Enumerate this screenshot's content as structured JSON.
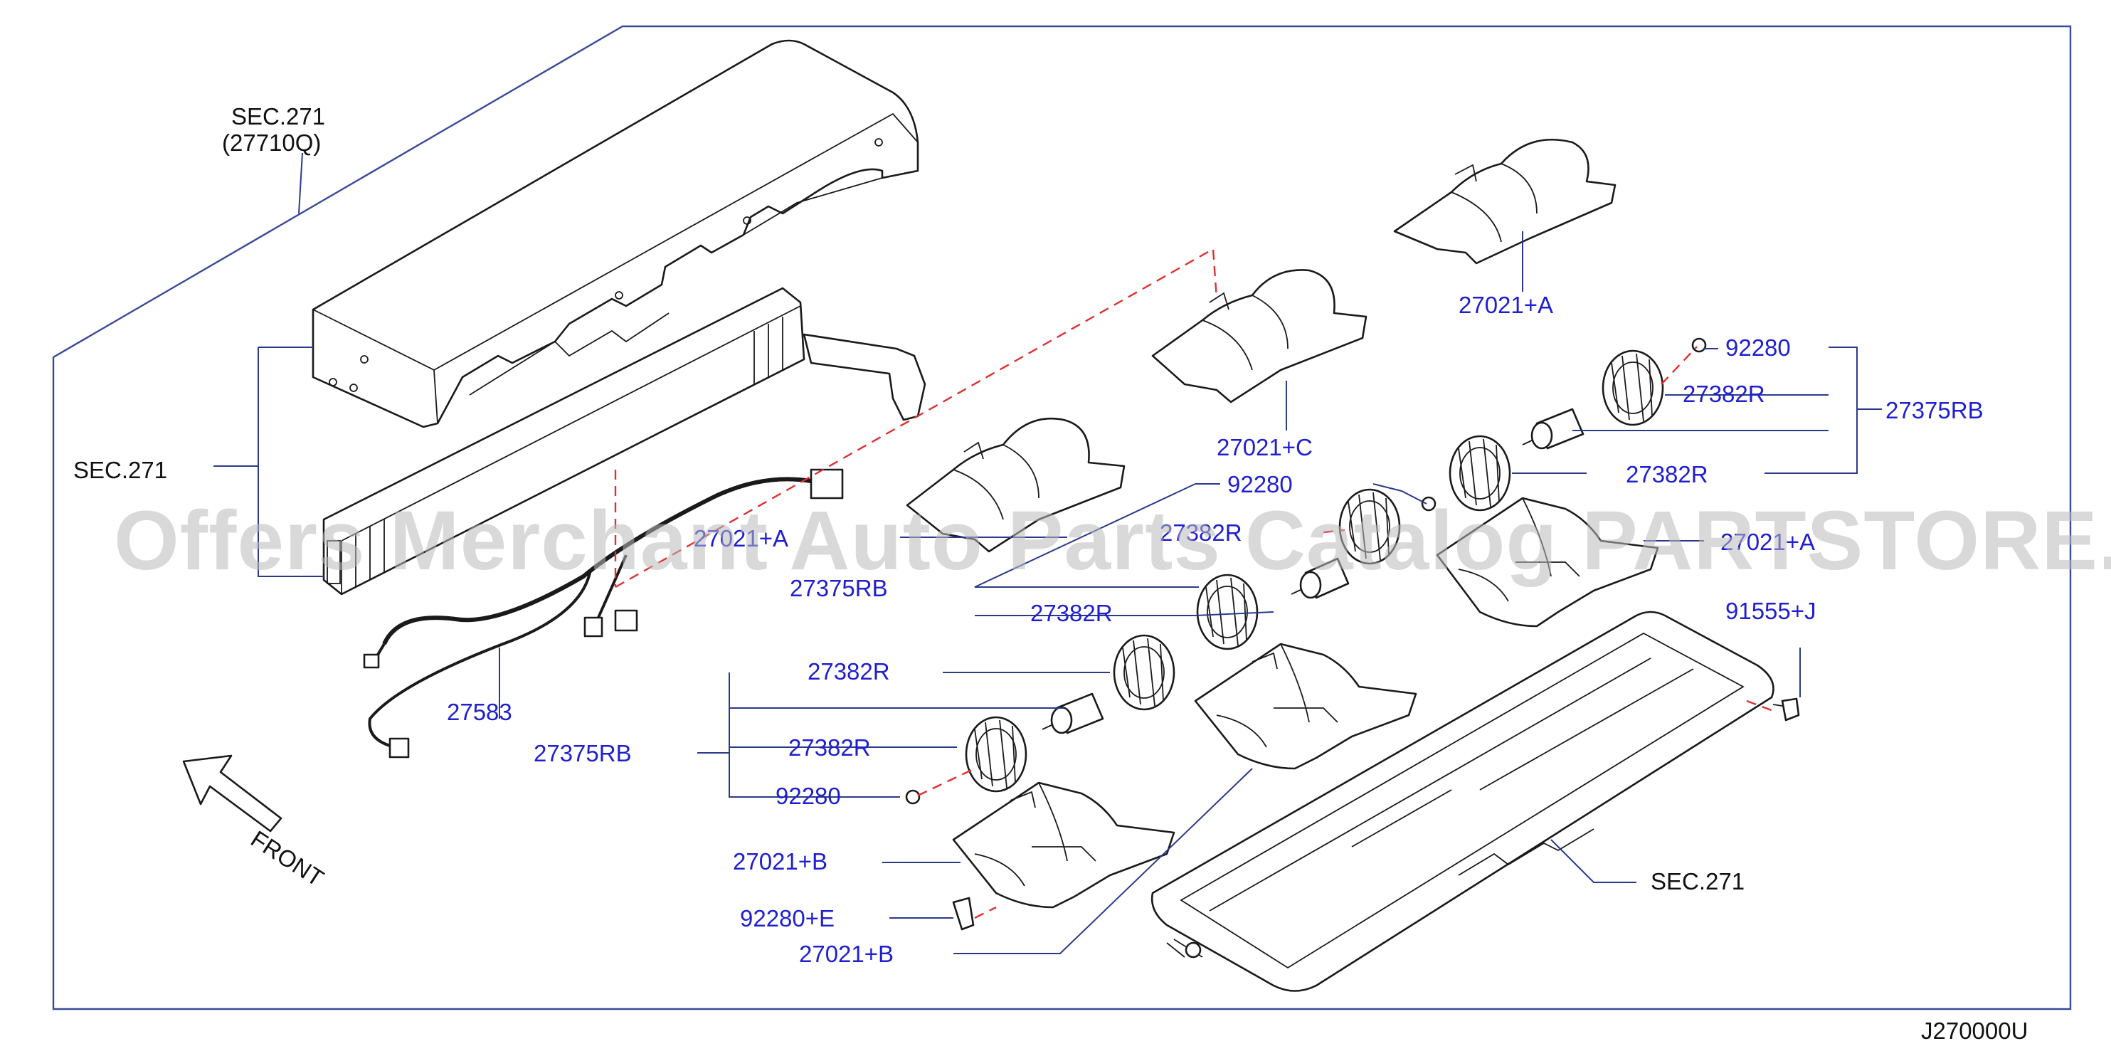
{
  "watermark": "Offers Merchant Auto Parts Catalog PARTSTORE.SA",
  "diagram_code": "J270000U",
  "front_label": "FRONT",
  "labels": {
    "sec271_top": "SEC.271",
    "p27710q": "(27710Q)",
    "sec271_left": "SEC.271",
    "p27021a": "27021+A",
    "p92280_tr": "92280",
    "p27382r_tr1": "27382R",
    "p27375rb_r": "27375RB",
    "p27021c": "27021+C",
    "p92280_mid": "92280",
    "p27382r_tr2": "27382R",
    "p27021a_mid": "27021+A",
    "p27382r_mid": "27382R",
    "p27021_right": "27021+A",
    "p27375rb_mid": "27375RB",
    "p27382r_mid2": "27382R",
    "p91555j": "91555+J",
    "p27583": "27583",
    "p27382r_l1": "27382R",
    "p27375rb_l": "27375RB",
    "p27382r_l2": "27382R",
    "p92280_l": "92280",
    "p27021b": "27021+B",
    "p92280e": "92280+E",
    "p27021b2": "27021+B",
    "sec271_bottom": "SEC.271"
  }
}
